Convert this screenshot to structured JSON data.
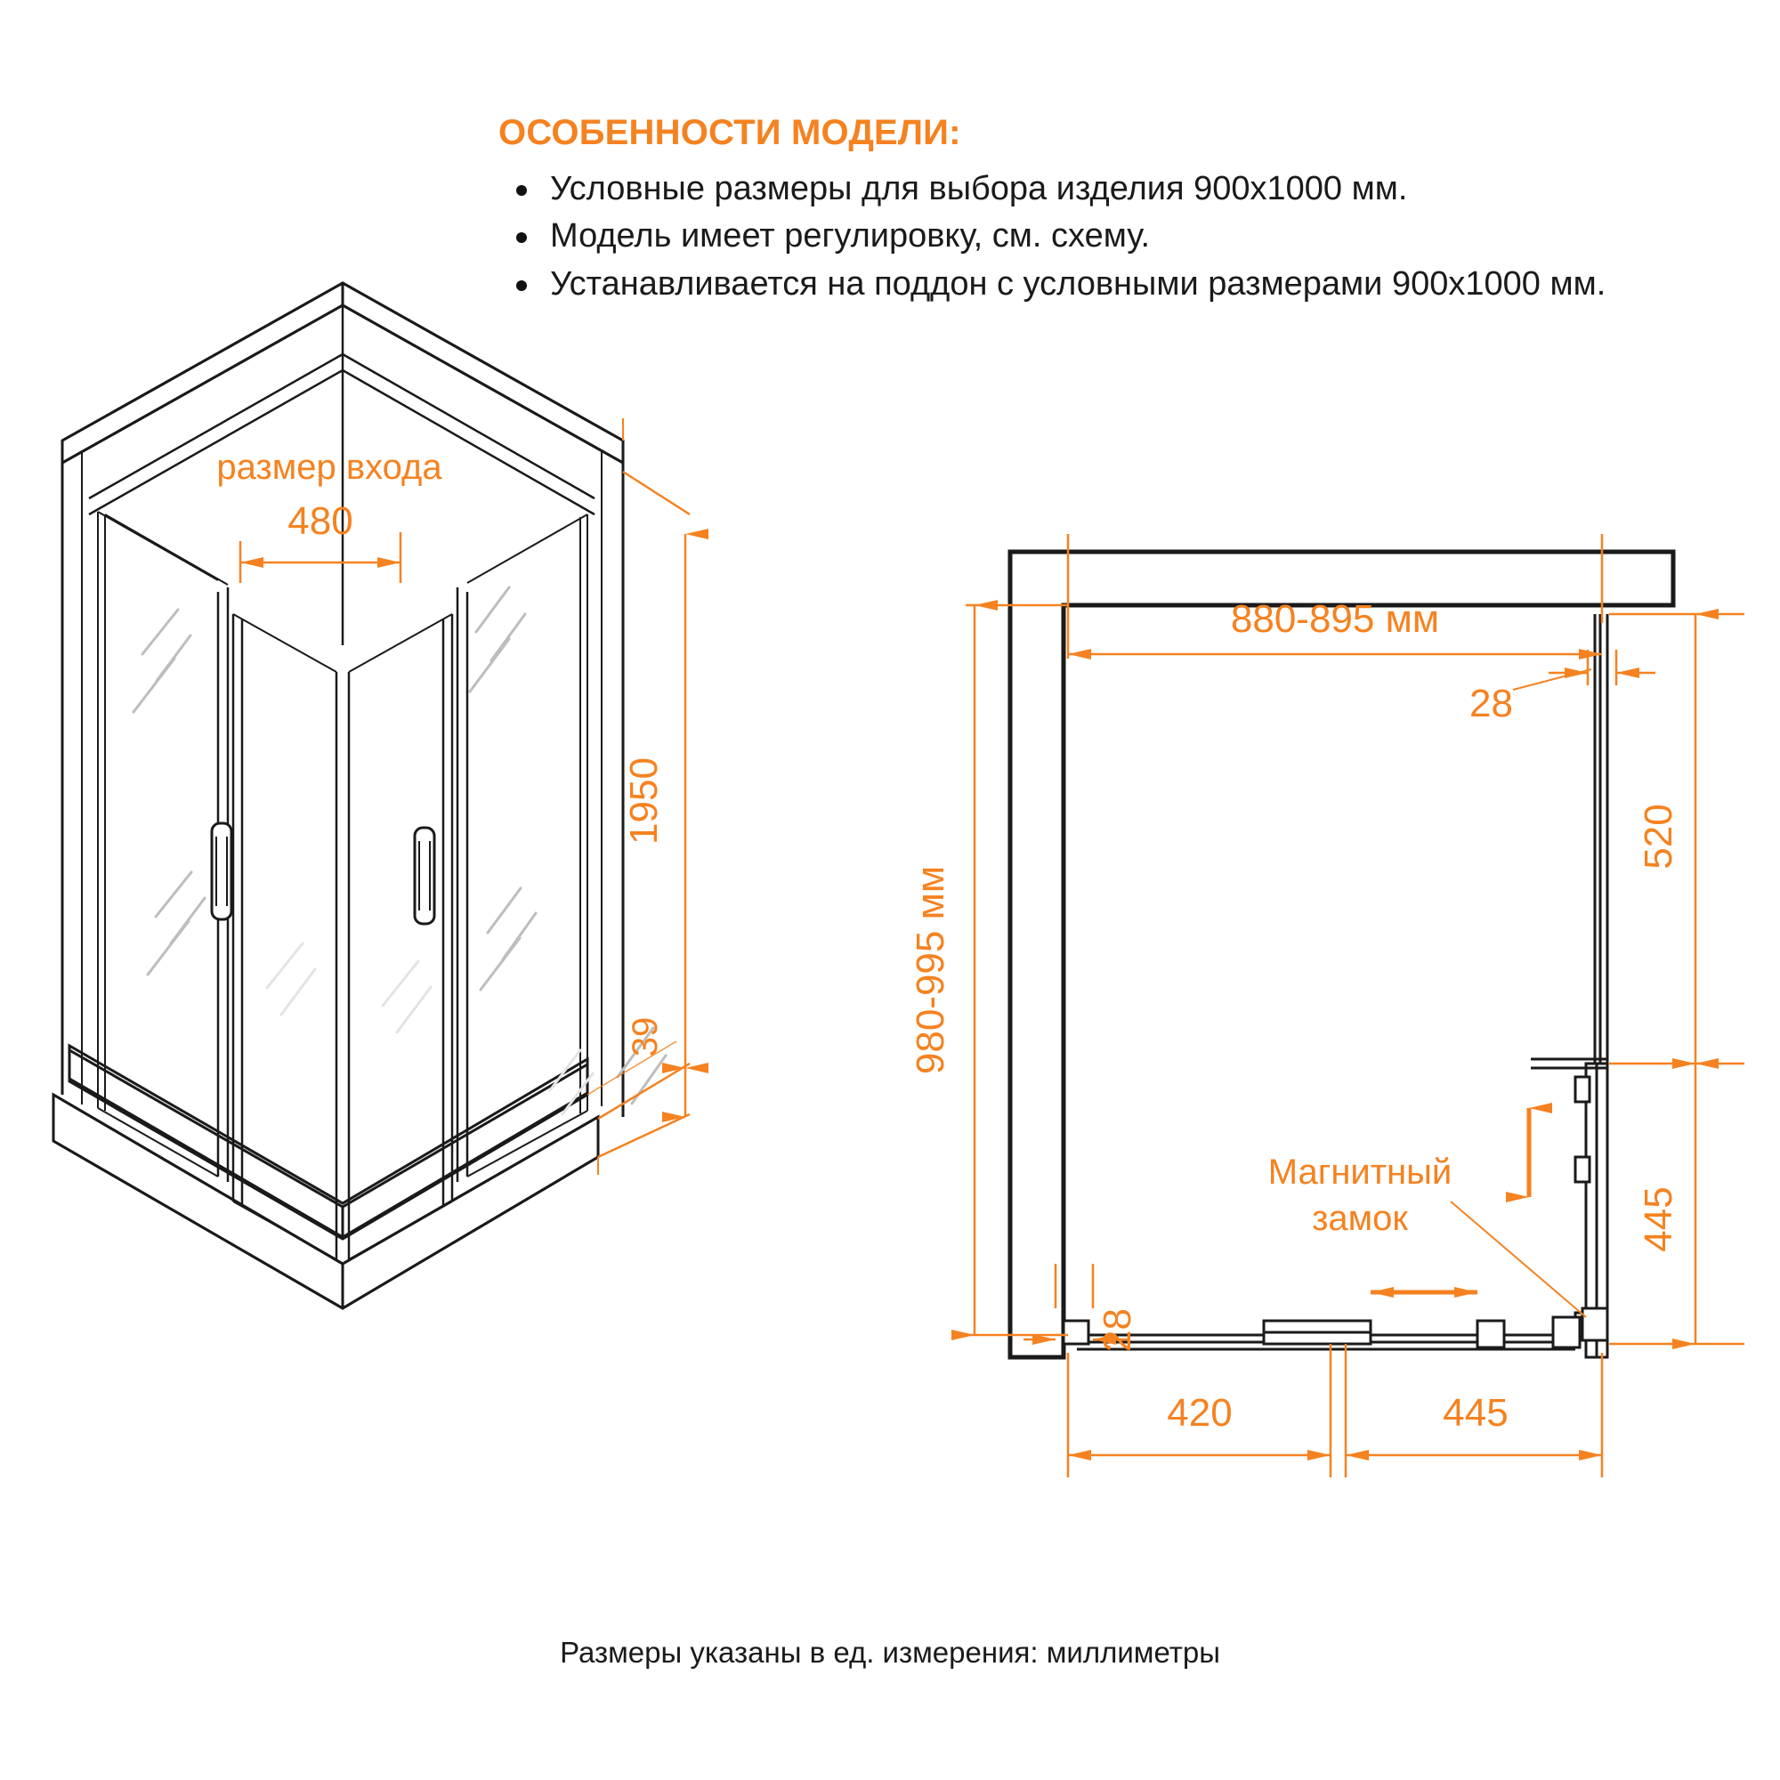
{
  "colors": {
    "accent": "#F58220",
    "line": "#1a1a1a",
    "glass": "#e8e8e8",
    "background": "#ffffff"
  },
  "features": {
    "title": "ОСОБЕННОСТИ МОДЕЛИ:",
    "items": [
      "Условные размеры для выбора изделия 900x1000 мм.",
      "Модель имеет регулировку, см. схему.",
      "Устанавливается на поддон с условными размерами 900x1000 мм."
    ]
  },
  "caption": "Размеры указаны в ед. измерения: миллиметры",
  "iso_view": {
    "entry_label": "размер входа",
    "entry_width": "480",
    "height": "1950",
    "threshold": "39"
  },
  "plan_view": {
    "width_label": "880-895 мм",
    "depth_label": "980-995 мм",
    "profile_top": "28",
    "profile_bottom": "28",
    "right_upper": "520",
    "right_lower": "445",
    "bottom_left": "420",
    "bottom_right": "445",
    "magnet_label_line1": "Магнитный",
    "magnet_label_line2": "замок"
  }
}
